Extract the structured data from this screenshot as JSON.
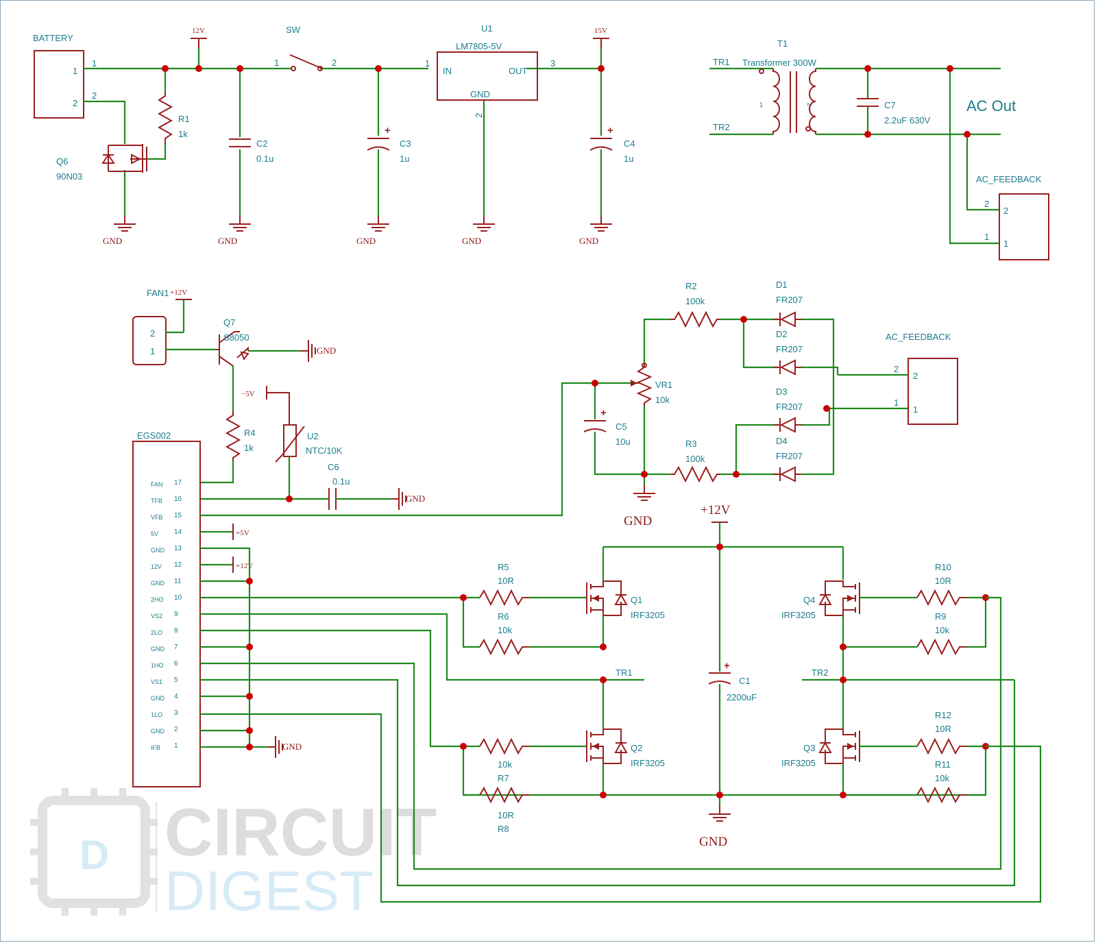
{
  "labels": {
    "battery": "BATTERY",
    "sw": "SW",
    "v12_top": "12V",
    "v15_top": "15V",
    "u1": "U1",
    "u1_part": "LM7805-5V",
    "u1_in": "IN",
    "u1_out": "OUT",
    "u1_gnd": "GND",
    "r1": "R1",
    "r1_val": "1k",
    "q6": "Q6",
    "q6_part": "90N03",
    "c2": "C2",
    "c2_val": "0.1u",
    "c3": "C3",
    "c3_val": "1u",
    "c4": "C4",
    "c4_val": "1u",
    "gnd": "GND",
    "t1": "T1",
    "t1_part": "Transformer 300W",
    "tr1": "TR1",
    "tr2": "TR2",
    "c7": "C7",
    "c7_val": "2.2uF 630V",
    "ac_out": "AC Out",
    "ac_feedback": "AC_FEEDBACK",
    "fan": "FAN1",
    "fan_v": "+12V",
    "q7": "Q7",
    "q7_part": "S8050",
    "v5n": "−5V",
    "u2": "U2",
    "u2_part": "NTC/10K",
    "r4": "R4",
    "r4_val": "1k",
    "c6": "C6",
    "c6_val": "0.1u",
    "egs": "EGS002",
    "r2": "R2",
    "r2_val": "100k",
    "r3": "R3",
    "r3_val": "100k",
    "vr1": "VR1",
    "vr1_val": "10k",
    "c5": "C5",
    "c5_val": "10u",
    "d1": "D1",
    "d2": "D2",
    "d3": "D3",
    "d4": "D4",
    "diode_part": "FR207",
    "v12p": "+12V",
    "v5p": "+5V",
    "r5": "R5",
    "r5_val": "10R",
    "r6": "R6",
    "r6_val": "10k",
    "r7": "R7",
    "r7_val": "10R",
    "r8": "R8",
    "r8_val": "10k",
    "r9": "R9",
    "r9_val": "10k",
    "r10": "R10",
    "r10_val": "10R",
    "r11": "R11",
    "r11_val": "10k",
    "r12": "R12",
    "r12_val": "10R",
    "q1": "Q1",
    "q2": "Q2",
    "q3": "Q3",
    "q4": "Q4",
    "mos_part": "IRF3205",
    "c1": "C1",
    "c1_val": "2200uF",
    "pin1": "1",
    "pin2": "2",
    "pin3": "3"
  },
  "egs_pins": [
    {
      "num": "17",
      "name": "FAN"
    },
    {
      "num": "16",
      "name": "TFB"
    },
    {
      "num": "15",
      "name": "VFB"
    },
    {
      "num": "14",
      "name": "5V"
    },
    {
      "num": "13",
      "name": "GND"
    },
    {
      "num": "12",
      "name": "12V"
    },
    {
      "num": "11",
      "name": "GND"
    },
    {
      "num": "10",
      "name": "2HO"
    },
    {
      "num": "9",
      "name": "VS2"
    },
    {
      "num": "8",
      "name": "2LO"
    },
    {
      "num": "7",
      "name": "GND"
    },
    {
      "num": "6",
      "name": "1HO"
    },
    {
      "num": "5",
      "name": "VS1"
    },
    {
      "num": "4",
      "name": "GND"
    },
    {
      "num": "3",
      "name": "1LO"
    },
    {
      "num": "2",
      "name": "GND"
    },
    {
      "num": "1",
      "name": "IFB"
    }
  ],
  "watermark": {
    "line1": "CIRCUIT",
    "line2": "DIGEST"
  },
  "colors": {
    "wire": "#1e8a1e",
    "component": "#9a1e1e",
    "label": "#1a7c8c",
    "junction": "#cc0000"
  }
}
